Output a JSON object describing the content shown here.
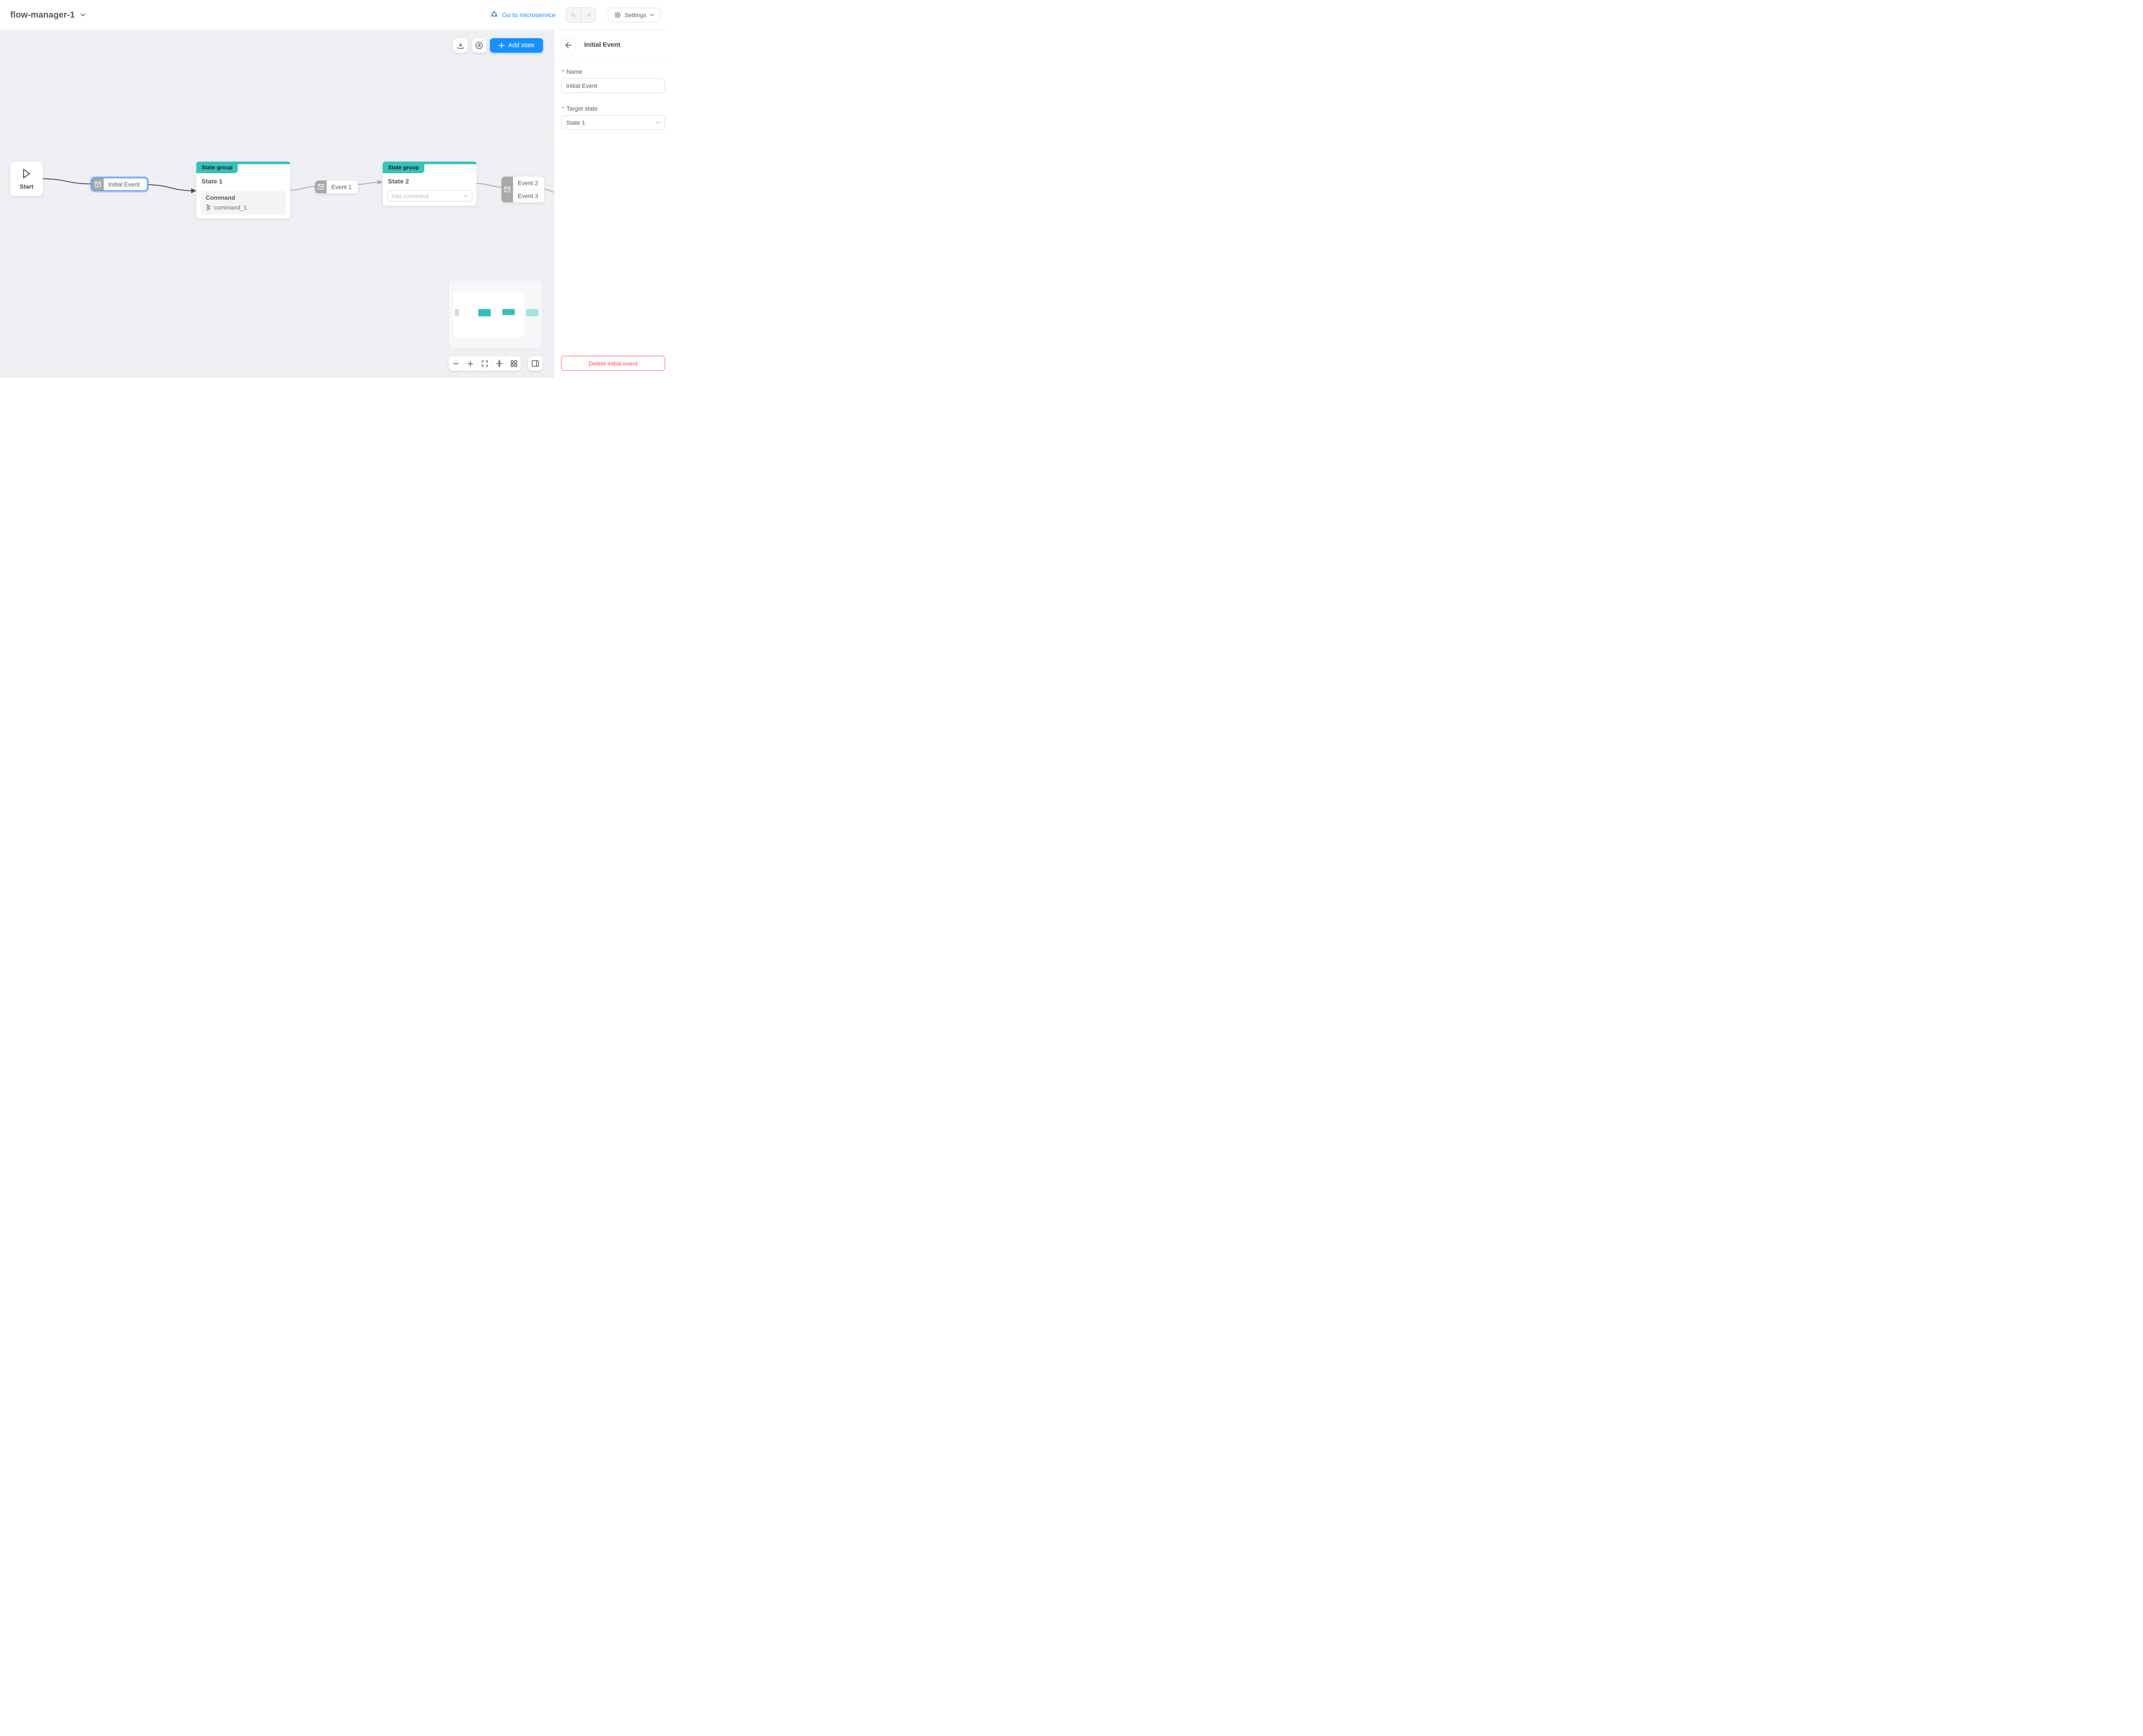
{
  "header": {
    "title": "flow-manager-1",
    "microservice_link": "Go to microservice",
    "settings_label": "Settings"
  },
  "canvas": {
    "add_state_label": "Add state",
    "nodes": {
      "start": {
        "label": "Start"
      },
      "initial_event": {
        "label": "Initial Event"
      },
      "state_group_1": {
        "badge": "State group",
        "title": "State 1",
        "section_title": "Command",
        "command": "command_1"
      },
      "event_1": {
        "label": "Event 1"
      },
      "state_group_2": {
        "badge": "State group",
        "title": "State 2",
        "add_command_placeholder": "Add command"
      },
      "event_2_3": {
        "labels": [
          "Event 2",
          "Event 3"
        ]
      }
    }
  },
  "panel": {
    "title": "Initial Event",
    "name_label": "Name",
    "name_value": "Initial Event",
    "target_state_label": "Target state",
    "target_state_value": "State 1",
    "delete_label": "Delete initial event"
  },
  "colors": {
    "accent_blue": "#1890ff",
    "teal": "#38c1bb",
    "teal_light": "#a5e1de",
    "danger_red": "#ff4d4f",
    "edge_dark": "#4d4d52",
    "edge_light": "#a8a9b1",
    "node_gray": "#a8a8a8"
  }
}
